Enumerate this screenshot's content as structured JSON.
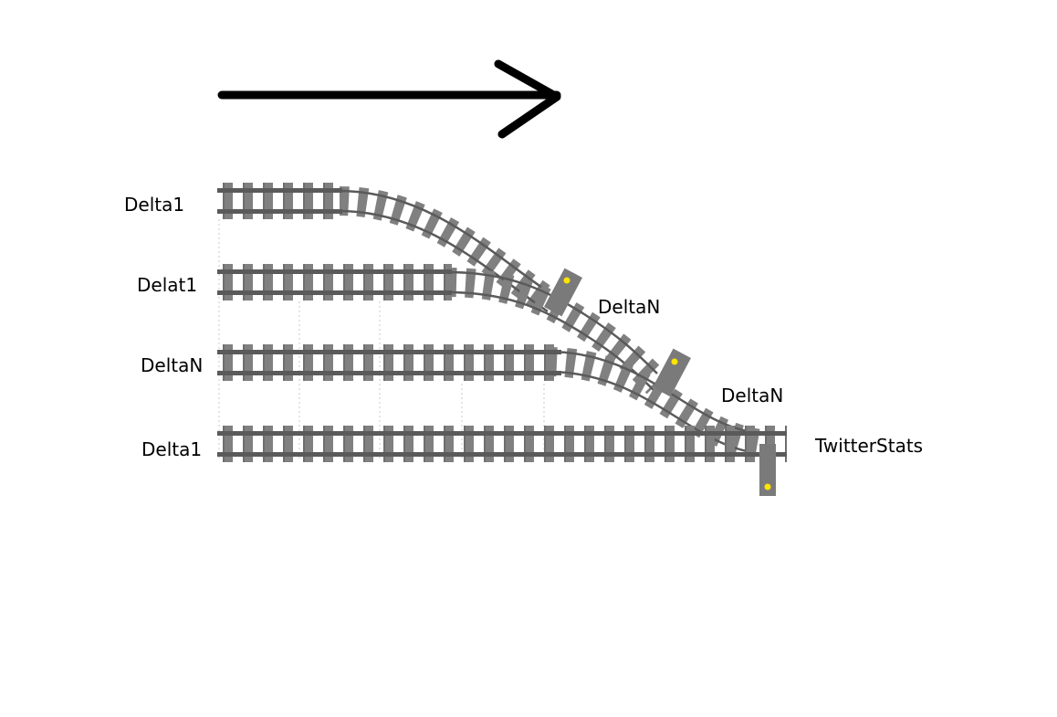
{
  "direction_arrow": {
    "icon": "right-arrow-icon",
    "color": "#000000"
  },
  "track_colors": {
    "tie": "#808080",
    "tie_edge": "#6e6e6e",
    "rail": "#5a5a5a",
    "signal_lamp": "#ffe400"
  },
  "labels": {
    "track1": "Delta1",
    "track2": "Delat1",
    "track3": "DeltaN",
    "track4": "Delta1",
    "junction1": "DeltaN",
    "junction2": "DeltaN",
    "output": "TwitterStats"
  }
}
